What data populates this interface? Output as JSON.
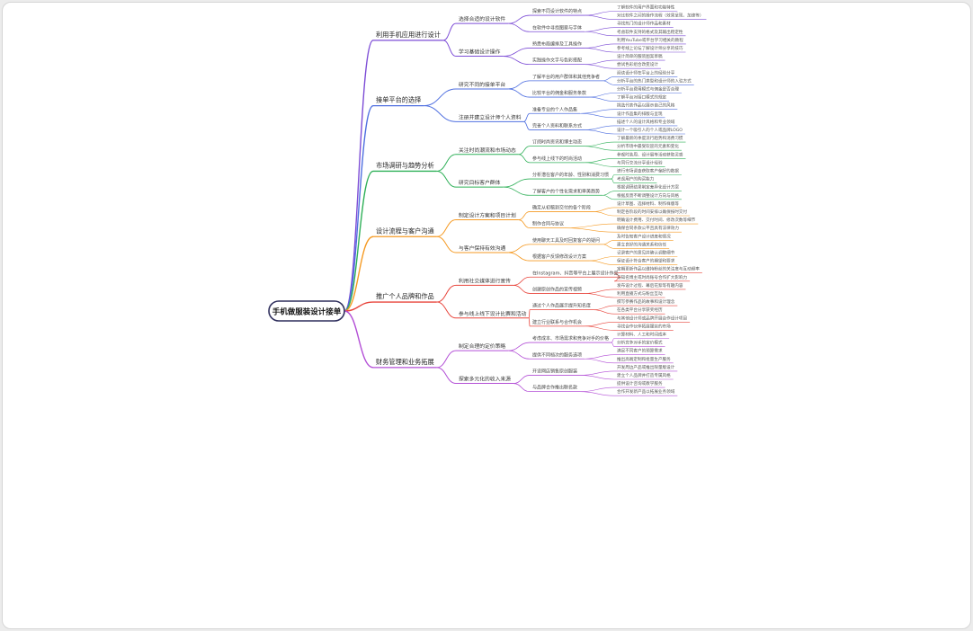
{
  "root": "手机做服装设计接单",
  "colors": [
    "#7d4dd6",
    "#4f6fe0",
    "#2fb058",
    "#f59a23",
    "#e8453c",
    "#b34fd6"
  ],
  "branches": [
    {
      "label": "利用手机应用进行设计",
      "children": [
        {
          "label": "选择合适的设计软件",
          "children": [
            {
              "label": "探索不同设计软件的特点",
              "children": [
                "了解软件的用户界面和功能特性",
                "对比软件之间的操作流程（效果呈现、加速等）"
              ]
            },
            {
              "label": "在软件中寻找图案与字体",
              "children": [
                "寻找热门的设计师作品和素材",
                "考虑软件支持的格式及其输出稳定性"
              ]
            }
          ]
        },
        {
          "label": "学习基础设计操作",
          "children": [
            {
              "label": "熟悉布局编排及工具操作",
              "children": [
                "利用YouTube或平台学习相关的教程",
                "参考线上论坛了解设计师分享的技巧"
              ]
            },
            {
              "label": "实践操作文字与色彩搭配",
              "children": [
                "设计简单的服装图案草稿",
                "尝试色彩组合改变设计"
              ]
            }
          ]
        }
      ]
    },
    {
      "label": "接单平台的选择",
      "children": [
        {
          "label": "研究不同的接单平台",
          "children": [
            {
              "label": "了解平台的用户群体和其他竞争者",
              "children": [
                "阅读设计师在平台上的经验分享",
                "分析平台的热门类型和设计师的入驻方式"
              ]
            },
            {
              "label": "比较平台的佣金和服务条款",
              "children": [
                "分析平台费用模式与佣金是否合理",
                "了解平台对接口模式的规定"
              ]
            }
          ]
        },
        {
          "label": "注册并建立设计师个人资料",
          "children": [
            {
              "label": "准备专业的个人作品集",
              "children": [
                "挑选代表作品以展示自己的风格",
                "设计作品集的排版与呈现"
              ]
            },
            {
              "label": "完善个人资料和联系方式",
              "children": [
                "描述个人的设计风格和专业领域",
                "设计一个吸引人的个人或品牌LOGO"
              ]
            }
          ]
        }
      ]
    },
    {
      "label": "市场调研与趋势分析",
      "children": [
        {
          "label": "关注时尚潮流和市场动态",
          "children": [
            {
              "label": "订阅时尚资讯和博主动态",
              "children": [
                "了解最新的季度流行趋势和消费习惯",
                "分析市场中最受欢迎的元素和变化"
              ]
            },
            {
              "label": "参与线上线下的时尚活动",
              "children": [
                "参观时装周、设计展等活动获取灵感",
                "与同行交流分享设计经验"
              ]
            }
          ]
        },
        {
          "label": "研究目标客户群体",
          "children": [
            {
              "label": "分析潜在客户的年龄、性别和消费习惯",
              "children": [
                "进行市场调查获取客户偏好的数据",
                "考虑用户的购买能力"
              ]
            },
            {
              "label": "了解客户的个性化需求和审美趋势",
              "children": [
                "根据调研结果制定差异化设计方案",
                "根据反馈不断调整设计方向与风格"
              ]
            }
          ]
        }
      ]
    },
    {
      "label": "设计流程与客户沟通",
      "children": [
        {
          "label": "制定设计方案和项目计划",
          "children": [
            {
              "label": "确定从初稿到交付的各个阶段",
              "children": [
                "设计草图、选择材料、制作样版等",
                "制定各阶段的时间安排以确保按时交付"
              ]
            },
            {
              "label": "制作合同与协议",
              "children": [
                "明确设计费用、交付时间、修改次数等细节",
                "确保合同条款公平且具有法律效力"
              ]
            }
          ]
        },
        {
          "label": "与客户保持有效沟通",
          "children": [
            {
              "label": "使用聊天工具及时回复客户的疑问",
              "children": [
                "及时告知客户设计进度和情况",
                "建立良好的沟通关系和信任"
              ]
            },
            {
              "label": "根据客户反馈修改设计方案",
              "children": [
                "记录客户的意见并确认调整细节",
                "保证设计符合客户的期望和要求"
              ]
            }
          ]
        }
      ]
    },
    {
      "label": "推广个人品牌和作品",
      "children": [
        {
          "label": "利用社交媒体进行宣传",
          "children": [
            {
              "label": "在Instagram、抖音等平台上展示设计作品",
              "children": [
                "定期更新作品以维持粉丝的关注度与互动频率",
                "与知名博主或时尚账号合作扩大影响力"
              ]
            },
            {
              "label": "创建原创作品的宣传视频",
              "children": [
                "发布设计过程、幕后花絮等有趣内容",
                "利用直播方式与粉丝互动"
              ]
            }
          ]
        },
        {
          "label": "参与线上线下设计比赛和活动",
          "children": [
            {
              "label": "通过个人作品展示提升知名度",
              "children": [
                "撰写参赛作品的故事和设计理念",
                "在各类平台分享获奖经历"
              ]
            },
            {
              "label": "建立行业联系与合作机会",
              "children": [
                "与其他设计师或品牌开展合作设计项目",
                "寻找合作伙伴拓展服装的市场"
              ]
            }
          ]
        }
      ]
    },
    {
      "label": "财务管理和业务拓展",
      "children": [
        {
          "label": "制定合理的定价策略",
          "children": [
            {
              "label": "考虑成本、市场需求和竞争对手的价格",
              "children": [
                "计算材料、人工和时间成本",
                "分析竞争对手的定价模式"
              ]
            },
            {
              "label": "提供不同档次的服务选项",
              "children": [
                "满足不同客户的预算需求",
                "推出高端定制和批量生产服务"
              ]
            }
          ]
        },
        {
          "label": "探索多元化的收入来源",
          "children": [
            {
              "label": "开设网店销售原创服装",
              "children": [
                "开发周边产品或推出限量版设计",
                "建立个人品牌并打造专属风格"
              ]
            },
            {
              "label": "与品牌合作推出联名款",
              "children": [
                "提供设计咨询或教学服务",
                "合作开发新产品以拓展业务领域"
              ]
            }
          ]
        }
      ]
    }
  ]
}
